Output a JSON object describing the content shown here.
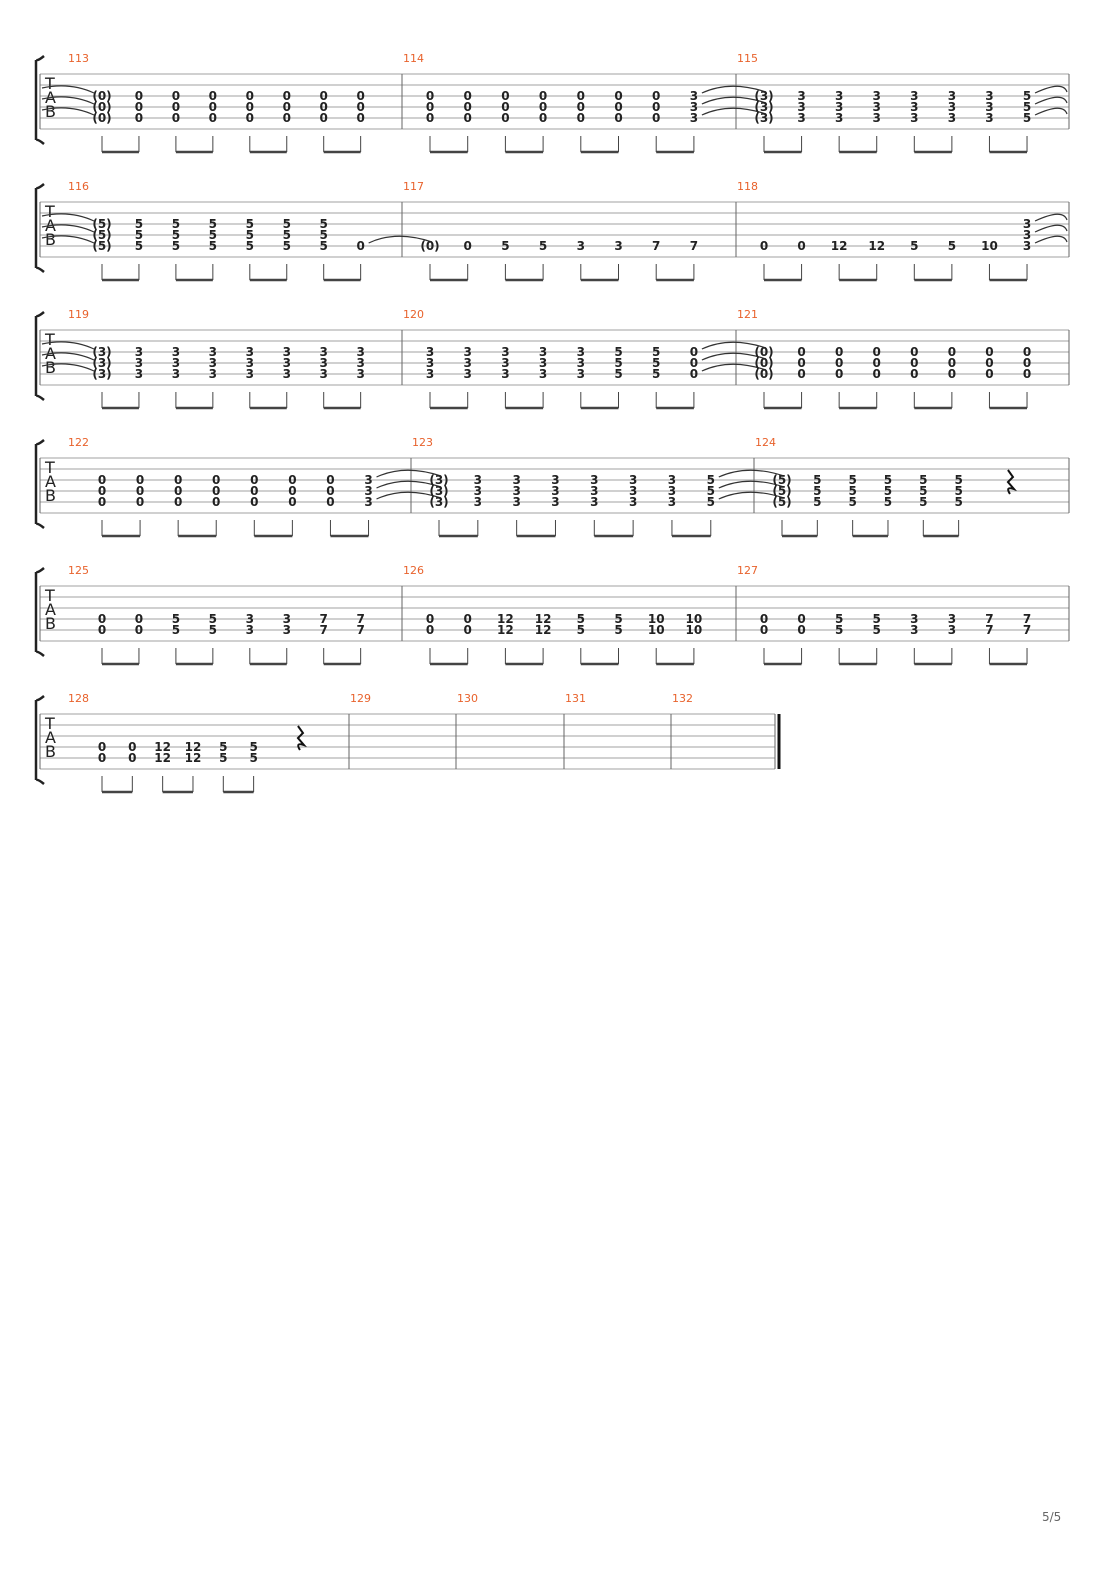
{
  "page": {
    "page_number": "5/5"
  },
  "clef": [
    "T",
    "A",
    "B"
  ],
  "systems": [
    {
      "strings": 6,
      "measures": [
        {
          "number": "113",
          "start_tie": true,
          "slots": [
            {
              "f": {
                "2": "(0)",
                "3": "(0)",
                "4": "(0)"
              }
            },
            {
              "f": {
                "2": "0",
                "3": "0",
                "4": "0"
              }
            },
            {
              "f": {
                "2": "0",
                "3": "0",
                "4": "0"
              }
            },
            {
              "f": {
                "2": "0",
                "3": "0",
                "4": "0"
              }
            },
            {
              "f": {
                "2": "0",
                "3": "0",
                "4": "0"
              }
            },
            {
              "f": {
                "2": "0",
                "3": "0",
                "4": "0"
              }
            },
            {
              "f": {
                "2": "0",
                "3": "0",
                "4": "0"
              }
            },
            {
              "f": {
                "2": "0",
                "3": "0",
                "4": "0"
              }
            }
          ]
        },
        {
          "number": "114",
          "slots": [
            {
              "f": {
                "2": "0",
                "3": "0",
                "4": "0"
              }
            },
            {
              "f": {
                "2": "0",
                "3": "0",
                "4": "0"
              }
            },
            {
              "f": {
                "2": "0",
                "3": "0",
                "4": "0"
              }
            },
            {
              "f": {
                "2": "0",
                "3": "0",
                "4": "0"
              }
            },
            {
              "f": {
                "2": "0",
                "3": "0",
                "4": "0"
              }
            },
            {
              "f": {
                "2": "0",
                "3": "0",
                "4": "0"
              }
            },
            {
              "f": {
                "2": "0",
                "3": "0",
                "4": "0"
              }
            },
            {
              "f": {
                "2": "3",
                "3": "3",
                "4": "3"
              },
              "tie": true
            }
          ]
        },
        {
          "number": "115",
          "slots": [
            {
              "f": {
                "2": "(3)",
                "3": "(3)",
                "4": "(3)"
              }
            },
            {
              "f": {
                "2": "3",
                "3": "3",
                "4": "3"
              }
            },
            {
              "f": {
                "2": "3",
                "3": "3",
                "4": "3"
              }
            },
            {
              "f": {
                "2": "3",
                "3": "3",
                "4": "3"
              }
            },
            {
              "f": {
                "2": "3",
                "3": "3",
                "4": "3"
              }
            },
            {
              "f": {
                "2": "3",
                "3": "3",
                "4": "3"
              }
            },
            {
              "f": {
                "2": "3",
                "3": "3",
                "4": "3"
              }
            },
            {
              "f": {
                "2": "5",
                "3": "5",
                "4": "5"
              },
              "tie": true
            }
          ]
        }
      ]
    },
    {
      "strings": 6,
      "measures": [
        {
          "number": "116",
          "start_tie": true,
          "slots": [
            {
              "f": {
                "2": "(5)",
                "3": "(5)",
                "4": "(5)"
              }
            },
            {
              "f": {
                "2": "5",
                "3": "5",
                "4": "5"
              }
            },
            {
              "f": {
                "2": "5",
                "3": "5",
                "4": "5"
              }
            },
            {
              "f": {
                "2": "5",
                "3": "5",
                "4": "5"
              }
            },
            {
              "f": {
                "2": "5",
                "3": "5",
                "4": "5"
              }
            },
            {
              "f": {
                "2": "5",
                "3": "5",
                "4": "5"
              }
            },
            {
              "f": {
                "2": "5",
                "3": "5",
                "4": "5"
              }
            },
            {
              "f": {
                "4": "0"
              },
              "tie": true
            }
          ]
        },
        {
          "number": "117",
          "slots": [
            {
              "f": {
                "4": "(0)"
              }
            },
            {
              "f": {
                "4": "0"
              }
            },
            {
              "f": {
                "4": "5"
              }
            },
            {
              "f": {
                "4": "5"
              }
            },
            {
              "f": {
                "4": "3"
              }
            },
            {
              "f": {
                "4": "3"
              }
            },
            {
              "f": {
                "4": "7"
              }
            },
            {
              "f": {
                "4": "7"
              }
            }
          ]
        },
        {
          "number": "118",
          "slots": [
            {
              "f": {
                "4": "0"
              }
            },
            {
              "f": {
                "4": "0"
              }
            },
            {
              "f": {
                "4": "12"
              }
            },
            {
              "f": {
                "4": "12"
              }
            },
            {
              "f": {
                "4": "5"
              }
            },
            {
              "f": {
                "4": "5"
              }
            },
            {
              "f": {
                "4": "10"
              }
            },
            {
              "f": {
                "2": "3",
                "3": "3",
                "4": "3"
              },
              "tie": true
            }
          ]
        }
      ]
    },
    {
      "strings": 6,
      "measures": [
        {
          "number": "119",
          "start_tie": true,
          "slots": [
            {
              "f": {
                "2": "(3)",
                "3": "(3)",
                "4": "(3)"
              }
            },
            {
              "f": {
                "2": "3",
                "3": "3",
                "4": "3"
              }
            },
            {
              "f": {
                "2": "3",
                "3": "3",
                "4": "3"
              }
            },
            {
              "f": {
                "2": "3",
                "3": "3",
                "4": "3"
              }
            },
            {
              "f": {
                "2": "3",
                "3": "3",
                "4": "3"
              }
            },
            {
              "f": {
                "2": "3",
                "3": "3",
                "4": "3"
              }
            },
            {
              "f": {
                "2": "3",
                "3": "3",
                "4": "3"
              }
            },
            {
              "f": {
                "2": "3",
                "3": "3",
                "4": "3"
              }
            }
          ]
        },
        {
          "number": "120",
          "slots": [
            {
              "f": {
                "2": "3",
                "3": "3",
                "4": "3"
              }
            },
            {
              "f": {
                "2": "3",
                "3": "3",
                "4": "3"
              }
            },
            {
              "f": {
                "2": "3",
                "3": "3",
                "4": "3"
              }
            },
            {
              "f": {
                "2": "3",
                "3": "3",
                "4": "3"
              }
            },
            {
              "f": {
                "2": "3",
                "3": "3",
                "4": "3"
              }
            },
            {
              "f": {
                "2": "5",
                "3": "5",
                "4": "5"
              }
            },
            {
              "f": {
                "2": "5",
                "3": "5",
                "4": "5"
              }
            },
            {
              "f": {
                "2": "0",
                "3": "0",
                "4": "0"
              },
              "tie": true
            }
          ]
        },
        {
          "number": "121",
          "slots": [
            {
              "f": {
                "2": "(0)",
                "3": "(0)",
                "4": "(0)"
              }
            },
            {
              "f": {
                "2": "0",
                "3": "0",
                "4": "0"
              }
            },
            {
              "f": {
                "2": "0",
                "3": "0",
                "4": "0"
              }
            },
            {
              "f": {
                "2": "0",
                "3": "0",
                "4": "0"
              }
            },
            {
              "f": {
                "2": "0",
                "3": "0",
                "4": "0"
              }
            },
            {
              "f": {
                "2": "0",
                "3": "0",
                "4": "0"
              }
            },
            {
              "f": {
                "2": "0",
                "3": "0",
                "4": "0"
              }
            },
            {
              "f": {
                "2": "0",
                "3": "0",
                "4": "0"
              }
            }
          ]
        }
      ]
    },
    {
      "strings": 6,
      "measures": [
        {
          "number": "122",
          "slots": [
            {
              "f": {
                "2": "0",
                "3": "0",
                "4": "0"
              }
            },
            {
              "f": {
                "2": "0",
                "3": "0",
                "4": "0"
              }
            },
            {
              "f": {
                "2": "0",
                "3": "0",
                "4": "0"
              }
            },
            {
              "f": {
                "2": "0",
                "3": "0",
                "4": "0"
              }
            },
            {
              "f": {
                "2": "0",
                "3": "0",
                "4": "0"
              }
            },
            {
              "f": {
                "2": "0",
                "3": "0",
                "4": "0"
              }
            },
            {
              "f": {
                "2": "0",
                "3": "0",
                "4": "0"
              }
            },
            {
              "f": {
                "2": "3",
                "3": "3",
                "4": "3"
              },
              "tie": true
            }
          ]
        },
        {
          "number": "123",
          "slots": [
            {
              "f": {
                "2": "(3)",
                "3": "(3)",
                "4": "(3)"
              }
            },
            {
              "f": {
                "2": "3",
                "3": "3",
                "4": "3"
              }
            },
            {
              "f": {
                "2": "3",
                "3": "3",
                "4": "3"
              }
            },
            {
              "f": {
                "2": "3",
                "3": "3",
                "4": "3"
              }
            },
            {
              "f": {
                "2": "3",
                "3": "3",
                "4": "3"
              }
            },
            {
              "f": {
                "2": "3",
                "3": "3",
                "4": "3"
              }
            },
            {
              "f": {
                "2": "3",
                "3": "3",
                "4": "3"
              }
            },
            {
              "f": {
                "2": "5",
                "3": "5",
                "4": "5"
              },
              "tie": true
            }
          ]
        },
        {
          "number": "124",
          "rest": true,
          "slots": [
            {
              "f": {
                "2": "(5)",
                "3": "(5)",
                "4": "(5)"
              }
            },
            {
              "f": {
                "2": "5",
                "3": "5",
                "4": "5"
              }
            },
            {
              "f": {
                "2": "5",
                "3": "5",
                "4": "5"
              }
            },
            {
              "f": {
                "2": "5",
                "3": "5",
                "4": "5"
              }
            },
            {
              "f": {
                "2": "5",
                "3": "5",
                "4": "5"
              }
            },
            {
              "f": {
                "2": "5",
                "3": "5",
                "4": "5"
              }
            }
          ]
        }
      ]
    },
    {
      "strings": 6,
      "measures": [
        {
          "number": "125",
          "slots": [
            {
              "f": {
                "3": "0",
                "4": "0"
              }
            },
            {
              "f": {
                "3": "0",
                "4": "0"
              }
            },
            {
              "f": {
                "3": "5",
                "4": "5"
              }
            },
            {
              "f": {
                "3": "5",
                "4": "5"
              }
            },
            {
              "f": {
                "3": "3",
                "4": "3"
              }
            },
            {
              "f": {
                "3": "3",
                "4": "3"
              }
            },
            {
              "f": {
                "3": "7",
                "4": "7"
              }
            },
            {
              "f": {
                "3": "7",
                "4": "7"
              }
            }
          ]
        },
        {
          "number": "126",
          "slots": [
            {
              "f": {
                "3": "0",
                "4": "0"
              }
            },
            {
              "f": {
                "3": "0",
                "4": "0"
              }
            },
            {
              "f": {
                "3": "12",
                "4": "12"
              }
            },
            {
              "f": {
                "3": "12",
                "4": "12"
              }
            },
            {
              "f": {
                "3": "5",
                "4": "5"
              }
            },
            {
              "f": {
                "3": "5",
                "4": "5"
              }
            },
            {
              "f": {
                "3": "10",
                "4": "10"
              }
            },
            {
              "f": {
                "3": "10",
                "4": "10"
              }
            }
          ]
        },
        {
          "number": "127",
          "slots": [
            {
              "f": {
                "3": "0",
                "4": "0"
              }
            },
            {
              "f": {
                "3": "0",
                "4": "0"
              }
            },
            {
              "f": {
                "3": "5",
                "4": "5"
              }
            },
            {
              "f": {
                "3": "5",
                "4": "5"
              }
            },
            {
              "f": {
                "3": "3",
                "4": "3"
              }
            },
            {
              "f": {
                "3": "3",
                "4": "3"
              }
            },
            {
              "f": {
                "3": "7",
                "4": "7"
              }
            },
            {
              "f": {
                "3": "7",
                "4": "7"
              }
            }
          ]
        }
      ]
    },
    {
      "strings": 6,
      "final": true,
      "measures": [
        {
          "number": "128",
          "rest": true,
          "slots": [
            {
              "f": {
                "3": "0",
                "4": "0"
              }
            },
            {
              "f": {
                "3": "0",
                "4": "0"
              }
            },
            {
              "f": {
                "3": "12",
                "4": "12"
              }
            },
            {
              "f": {
                "3": "12",
                "4": "12"
              }
            },
            {
              "f": {
                "3": "5",
                "4": "5"
              }
            },
            {
              "f": {
                "3": "5",
                "4": "5"
              }
            }
          ]
        },
        {
          "number": "129",
          "slots": []
        },
        {
          "number": "130",
          "slots": []
        },
        {
          "number": "131",
          "slots": []
        },
        {
          "number": "132",
          "slots": []
        }
      ]
    }
  ]
}
